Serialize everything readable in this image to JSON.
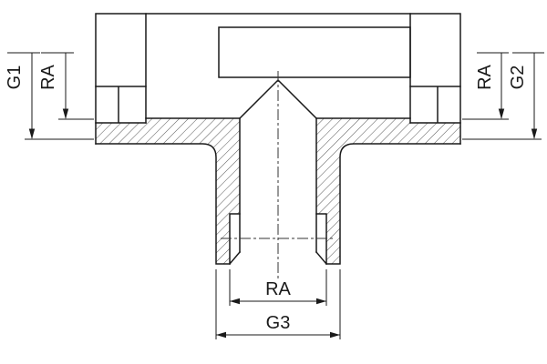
{
  "dimensions": {
    "left": [
      {
        "label": "G1"
      },
      {
        "label": "RA"
      }
    ],
    "right": [
      {
        "label": "RA"
      },
      {
        "label": "G2"
      }
    ],
    "bottom": [
      {
        "label": "RA"
      },
      {
        "label": "G3"
      }
    ]
  },
  "colors": {
    "background": "#ffffff",
    "line": "#1a1a1a",
    "hatch": "#444444",
    "centerline": "#333333"
  }
}
